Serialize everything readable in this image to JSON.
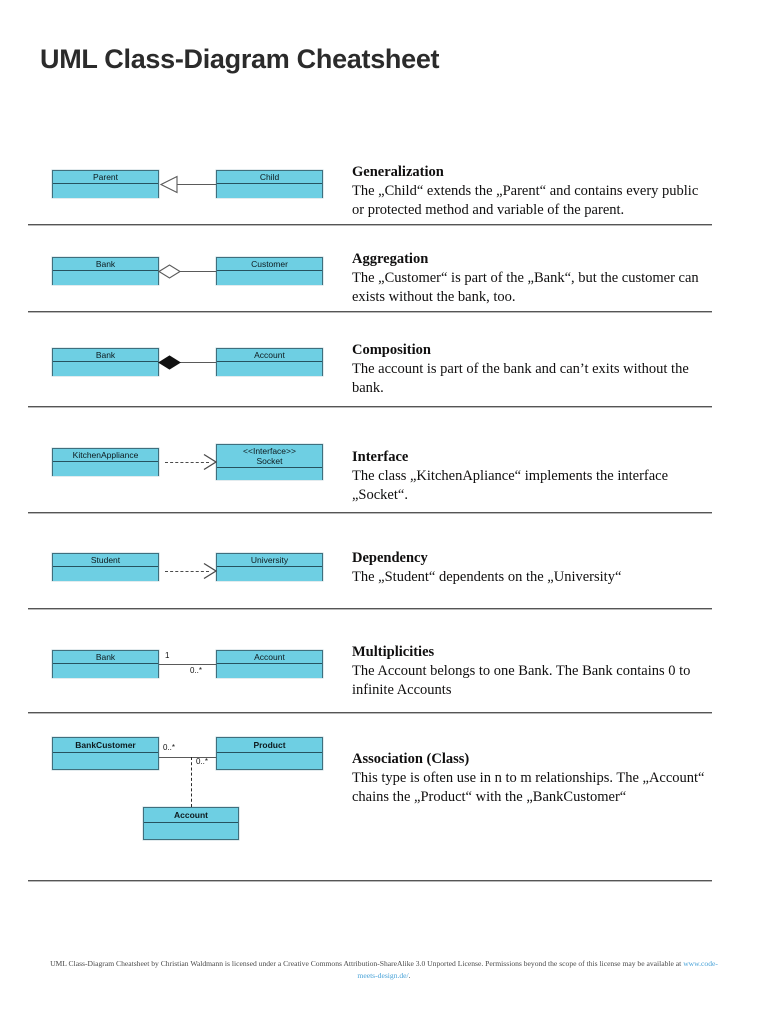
{
  "page": {
    "title": "UML Class-Diagram Cheatsheet"
  },
  "colors": {
    "box_fill": "#6ecfe3",
    "box_border": "#3f6f7d",
    "link": "#4aa3d8",
    "line": "#5a5a5a",
    "divider": "#555555",
    "title_text": "#2b2b2b"
  },
  "sections": [
    {
      "id": "generalization",
      "heading": "Generalization",
      "body": "The „Child“ extends the „Parent“ and contains every public or protected method and variable of the parent.",
      "left_class": "Parent",
      "right_class": "Child",
      "connector": "generalization-arrow-hollow-triangle"
    },
    {
      "id": "aggregation",
      "heading": "Aggregation",
      "body": "The „Customer“ is part of the „Bank“, but the customer can exists without the bank, too.",
      "left_class": "Bank",
      "right_class": "Customer",
      "connector": "aggregation-hollow-diamond"
    },
    {
      "id": "composition",
      "heading": "Composition",
      "body": "The account is part of the bank and can’t exits without the bank.",
      "left_class": "Bank",
      "right_class": "Account",
      "connector": "composition-filled-diamond"
    },
    {
      "id": "interface",
      "heading": "Interface",
      "body": "The class „KitchenApliance“ implements the interface „Socket“.",
      "left_class": "KitchenAppliance",
      "right_class_stereotype": "<<Interface>>",
      "right_class": "Socket",
      "connector": "realization-dashed-open-arrow"
    },
    {
      "id": "dependency",
      "heading": "Dependency",
      "body": "The „Student“ dependents on the „University“",
      "left_class": "Student",
      "right_class": "University",
      "connector": "dependency-dashed-open-arrow"
    },
    {
      "id": "multiplicities",
      "heading": "Multiplicities",
      "body": "The Account belongs to one Bank. The Bank contains 0 to infinite Accounts",
      "left_class": "Bank",
      "right_class": "Account",
      "connector": "plain-association-line",
      "multiplicity_left": "1",
      "multiplicity_right": "0..*"
    },
    {
      "id": "association-class",
      "heading": "Association (Class)",
      "body": "This type is often use in n to m relationships. The „Account“  chains the „Product“ with the „BankCustomer“",
      "left_class": "BankCustomer",
      "right_class": "Product",
      "assoc_class": "Account",
      "connector": "association-class-dashed-link",
      "multiplicity_left": "0..*",
      "multiplicity_right": "0..*"
    }
  ],
  "footer": {
    "text_before": "UML Class-Diagram Cheatsheet by Christian Waldmann is licensed under a Creative Commons Attribution-ShareAlike 3.0 Unported License. Permissions beyond the scope of this license may be available at ",
    "link": "www.code-meets-design.de/",
    "text_after": "."
  }
}
